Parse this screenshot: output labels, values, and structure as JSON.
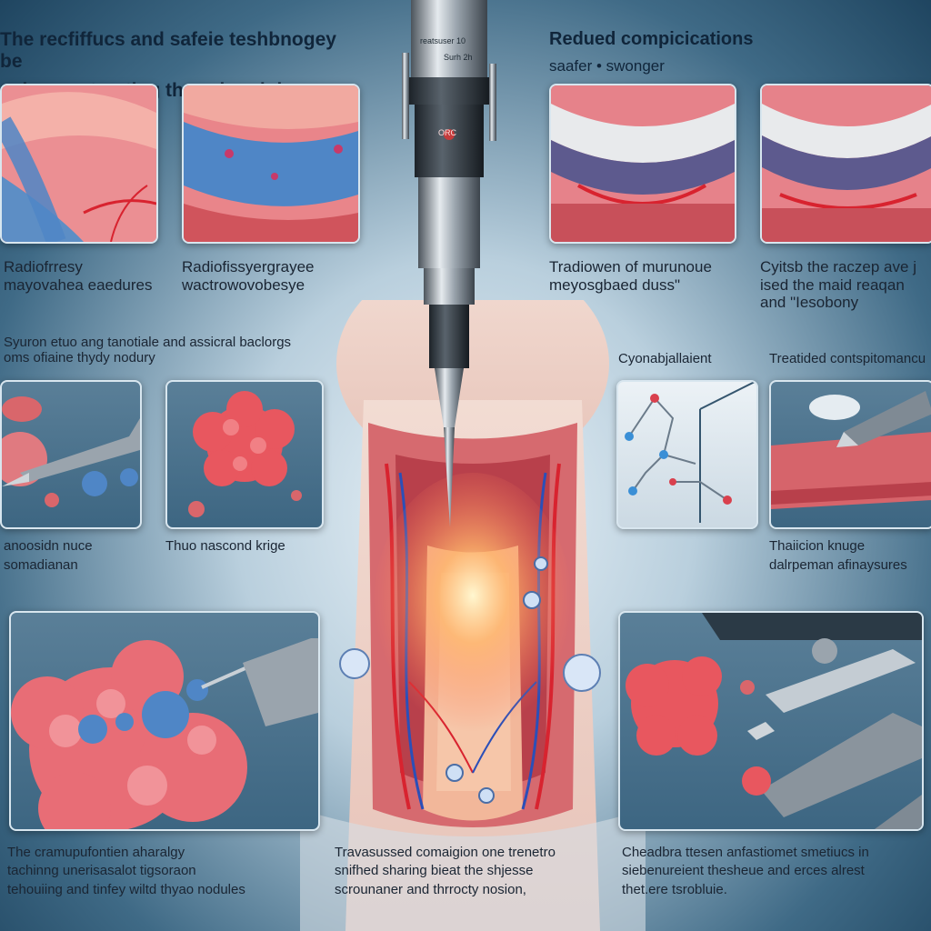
{
  "header_left": {
    "line1": "The recfiffucs and safeie teshbnogey be",
    "line2": "using youtreating thyrod nodules."
  },
  "header_right": {
    "line1": "Redued compicications",
    "line2": "saafer • swonger"
  },
  "device_labels": [
    "reatsuser 10",
    "Surh 2h",
    "ORC"
  ],
  "row1_captions": [
    {
      "line1": "Radiofrresy",
      "line2": "mayovahea eaedures"
    },
    {
      "line1": "Radiofissyergrayee",
      "line2": "wactrowovobesye"
    },
    {
      "line1": "Tradiowen of murunoue",
      "line2": "meyosgbaed duss\""
    },
    {
      "line1": "Cyitsb the raczep ave j",
      "line2": "ised the maid reaqan",
      "line3": "and \"Iesobony"
    }
  ],
  "mid_left_text": {
    "line1": "Syuron etuo ang tanotiale and assicral baclorgs",
    "line2": "oms ofiaine thydy nodury"
  },
  "mid_right_labels": [
    "Cyonabjallaient",
    "Treatided contspitomancu"
  ],
  "row2_captions": [
    {
      "line1": "anoosidn nuce",
      "line2": "somadianan"
    },
    {
      "line1": "Thuo nascond krige"
    },
    {
      "line1": "Thaiicion knuge",
      "line2": "dalrpeman afinaysures"
    }
  ],
  "bottom_captions": [
    {
      "line1": "The cramupufontien aharalgy",
      "line2": "tachinng unerisasalot tigsoraon",
      "line3": "tehouiing and tinfey wiltd thyao nodules"
    },
    {
      "line1": "Travasussed comaigion one trenetro",
      "line2": "snifhed sharing bieat the shjesse",
      "line3": "scrounaner and thrrocty nosion,"
    },
    {
      "line1": "Cheadbra ttesen anfastiomet smetiucs in",
      "line2": "siebenureient thesheue and erces alrest",
      "line3": "thet.ere tsrobluie."
    }
  ],
  "colors": {
    "tissue": "#e8828a",
    "tissue_dark": "#c0505c",
    "nodule_blue": "#4f86c6",
    "accent_blue": "#2e6fb3",
    "steel": "#9aa4ad",
    "background": "#3f6a86"
  }
}
